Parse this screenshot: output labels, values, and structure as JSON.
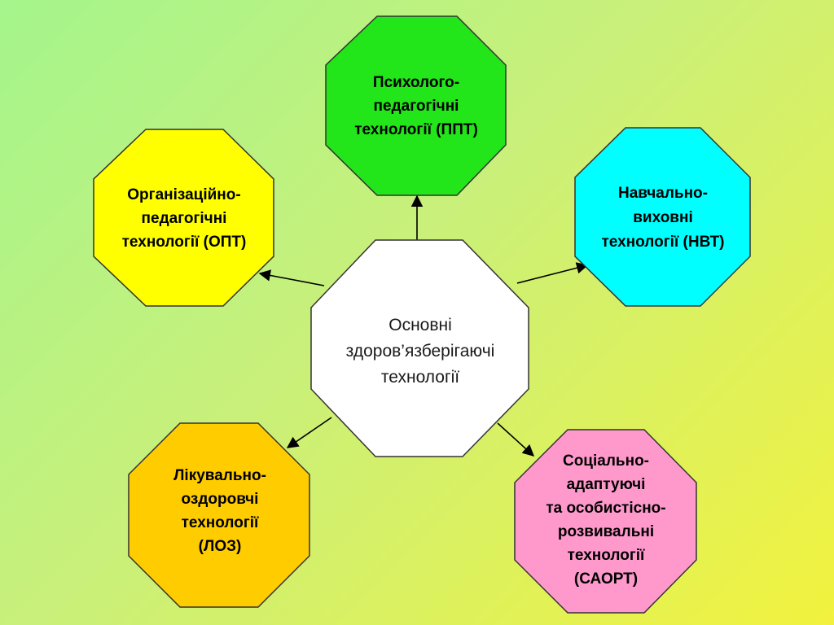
{
  "center": {
    "lines": [
      "Основні",
      "здоров’язберігаючі",
      "технології"
    ],
    "color": "#ffffff"
  },
  "nodes": [
    {
      "id": "ppt",
      "lines": [
        "Психолого-",
        "педагогічні",
        "технології (ППТ)"
      ],
      "color": "#22e61a"
    },
    {
      "id": "opt",
      "lines": [
        "Організаційно-",
        "педагогічні",
        "технології (ОПТ)"
      ],
      "color": "#ffff00"
    },
    {
      "id": "nvt",
      "lines": [
        "Навчально-",
        "виховні",
        "технології (НВТ)"
      ],
      "color": "#00ffff"
    },
    {
      "id": "loz",
      "lines": [
        "Лікувально-",
        "оздоровчі",
        "технології",
        "(ЛОЗ)"
      ],
      "color": "#ffcc00"
    },
    {
      "id": "saort",
      "lines": [
        "Соціально-",
        "адаптуючі",
        "та особистісно-",
        "розвивальні",
        "технології",
        "(САОРТ)"
      ],
      "color": "#ff99cc"
    }
  ]
}
